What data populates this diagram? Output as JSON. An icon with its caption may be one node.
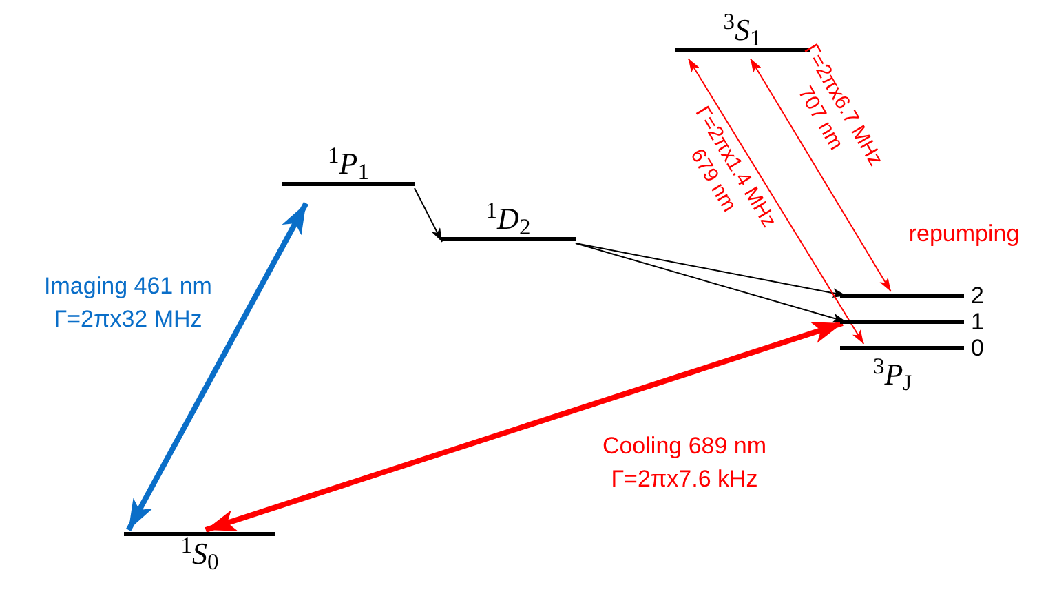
{
  "diagram": {
    "nodes": [
      {
        "text": [
          "$^{1}$*S*$_{0}$"
        ]
      },
      {
        "text": [
          "$^{1}$*P*$_{1}$"
        ]
      },
      {
        "text": [
          "$^{1}$*D*$_{2}$"
        ]
      },
      {
        "text": [
          "$^{3}$*S*$_{1}$"
        ]
      },
      {
        "text": [
          "2"
        ]
      },
      {
        "text": [
          "1"
        ]
      },
      {
        "text": [
          "0"
        ]
      }
    ],
    "edges": [
      {
        "from": 0,
        "to": 1,
        "arrow": "both",
        "label": "Imaging 461 nm Γ=2πx32 MHz",
        "style": "thick",
        "color": "#0a6ec8"
      },
      {
        "from": 0,
        "to": 5,
        "arrow": "both",
        "label": "Cooling 689 nm Γ=2πx7.6 kHz",
        "style": "thick",
        "color": "#ff0000"
      },
      {
        "from": 1,
        "to": 2,
        "arrow": "to",
        "color": "#000000"
      },
      {
        "from": 2,
        "to": 4,
        "arrow": "to",
        "color": "#000000"
      },
      {
        "from": 2,
        "to": 5,
        "arrow": "to",
        "color": "#000000"
      },
      {
        "from": 3,
        "to": 6,
        "arrow": "both",
        "label": "Γ=2πx1.4 MHz 679 nm",
        "color": "#ff0000"
      },
      {
        "from": 3,
        "to": 4,
        "arrow": "both",
        "label": "Γ=2πx6.7 MHz 707 nm",
        "color": "#ff0000"
      }
    ],
    "labels": [
      "$^{3}$*P*$_{J}$",
      "repumping"
    ]
  }
}
